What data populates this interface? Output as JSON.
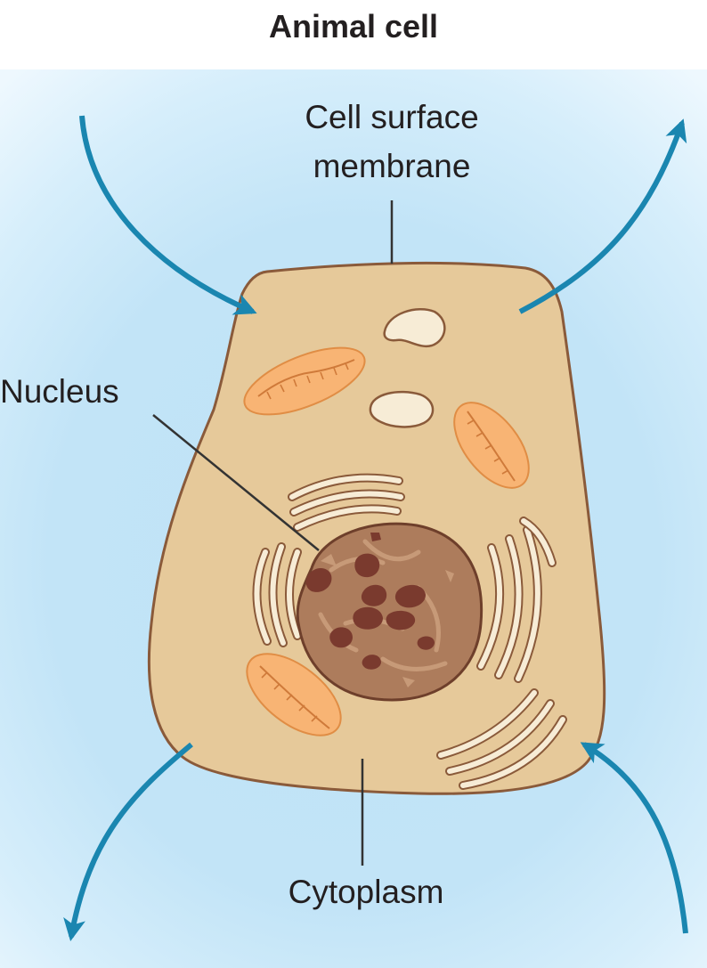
{
  "title": "Animal cell",
  "labels": {
    "cell_surface_membrane_line1": "Cell surface",
    "cell_surface_membrane_line2": "membrane",
    "nucleus": "Nucleus",
    "cytoplasm": "Cytoplasm"
  },
  "colors": {
    "background": "#c3e4f7",
    "cytoplasm": "#e6c99a",
    "membrane_outline": "#8a5a3a",
    "mitochondria": "#f8b474",
    "vacuoles": "#f7ecd6",
    "nucleus": "#ad7c5c",
    "chromatin": "#7a3a2e",
    "arrows": "#1a86b0",
    "leader_lines": "#333333"
  }
}
